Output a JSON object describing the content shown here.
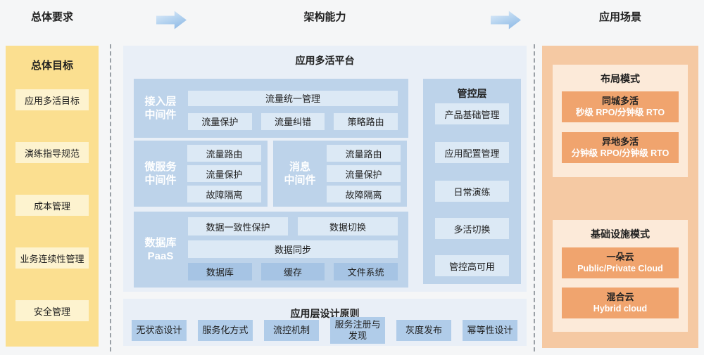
{
  "header": {
    "left": "总体要求",
    "center": "架构能力",
    "right": "应用场景"
  },
  "colors": {
    "yellow_column": "#fbdf90",
    "yellow_item": "#fdf3cf",
    "blue_panel": "#e9eff7",
    "blue_section": "#bdd3ea",
    "blue_item_light": "#dce9f5",
    "blue_item_dark": "#a6c4e4",
    "orange_column": "#f5c9a3",
    "orange_panel": "#fcead9",
    "orange_box": "#f0a46e",
    "arrow_blue": "#86b4e4"
  },
  "left_column": {
    "title": "总体目标",
    "items": [
      "应用多活目标",
      "演练指导规范",
      "成本管理",
      "业务连续性管理",
      "安全管理"
    ]
  },
  "platform": {
    "title": "应用多活平台",
    "access_layer": {
      "label_line1": "接入层",
      "label_line2": "中间件",
      "top_item": "流量统一管理",
      "items": [
        "流量保护",
        "流量纠错",
        "策略路由"
      ]
    },
    "microservice": {
      "label_line1": "微服务",
      "label_line2": "中间件",
      "items": [
        "流量路由",
        "流量保护",
        "故障隔离"
      ]
    },
    "message": {
      "label_line1": "消息",
      "label_line2": "中间件",
      "items": [
        "流量路由",
        "流量保护",
        "故障隔离"
      ]
    },
    "database": {
      "label_line1": "数据库",
      "label_line2": "PaaS",
      "row1": [
        "数据一致性保护",
        "数据切换"
      ],
      "row2": "数据同步",
      "row3": [
        "数据库",
        "缓存",
        "文件系统"
      ]
    },
    "control": {
      "title": "管控层",
      "items": [
        "产品基础管理",
        "应用配置管理",
        "日常演练",
        "多活切换",
        "管控高可用"
      ]
    }
  },
  "principles": {
    "title": "应用层设计原则",
    "items": [
      "无状态设计",
      "服务化方式",
      "流控机制",
      "服务注册与发现",
      "灰度发布",
      "幂等性设计"
    ]
  },
  "right_column": {
    "layout_panel": {
      "title": "布局模式",
      "boxes": [
        {
          "name": "同城多活",
          "metric": "秒级 RPO/分钟级 RTO"
        },
        {
          "name": "异地多活",
          "metric": "分钟级 RPO/分钟级 RTO"
        }
      ]
    },
    "infra_panel": {
      "title": "基础设施模式",
      "boxes": [
        {
          "name": "一朵云",
          "metric": "Public/Private Cloud"
        },
        {
          "name": "混合云",
          "metric": "Hybrid cloud"
        }
      ]
    }
  }
}
